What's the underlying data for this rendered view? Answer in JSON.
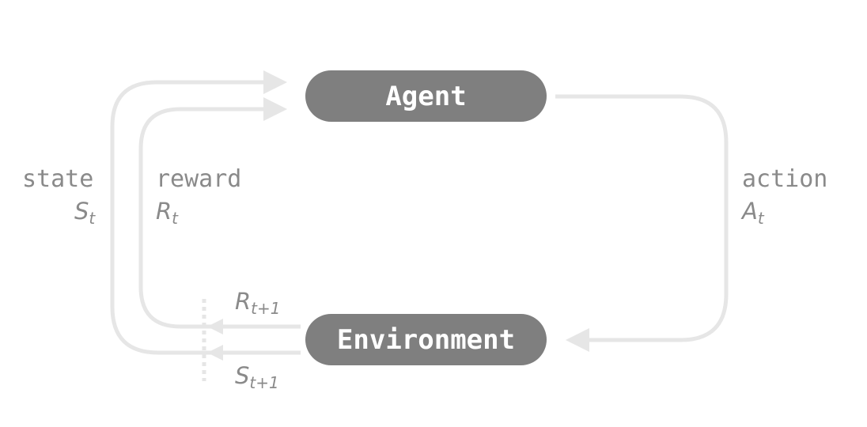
{
  "nodes": {
    "agent": "Agent",
    "environment": "Environment"
  },
  "labels": {
    "state_word": "state",
    "state_symbol": "S",
    "state_subscript": "t",
    "reward_word": "reward",
    "reward_symbol": "R",
    "reward_subscript": "t",
    "action_word": "action",
    "action_symbol": "A",
    "action_subscript": "t",
    "next_reward_symbol": "R",
    "next_reward_subscript": "t+1",
    "next_state_symbol": "S",
    "next_state_subscript": "t+1"
  },
  "colors": {
    "box_fill": "#7f7f7f",
    "box_text": "#ffffff",
    "arrow": "#e6e6e6",
    "label_text": "#8a8a8a"
  }
}
